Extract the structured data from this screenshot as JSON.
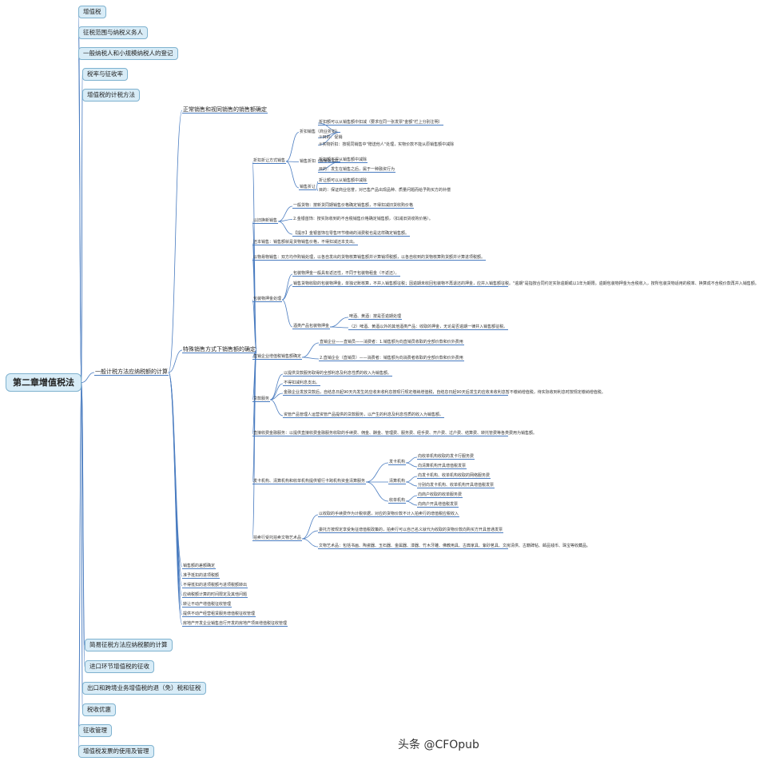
{
  "title": "第二章增值税法",
  "watermark": "头条 @CFOpub",
  "left": [
    "增值税",
    "征税范围与纳税义务人",
    "一般纳税人和小规模纳税人的登记",
    "税率与征收率",
    "增值税的计税方法"
  ],
  "bottom": [
    "简易征税方法应纳税额的计算",
    "进口环节增值税的征收",
    "出口和跨境业务增值税的退（免）税和征税",
    "税收优惠",
    "征收管理",
    "增值税发票的使用及管理"
  ],
  "hub": "一般计税方法应纳税额的计算",
  "l2a": "正常销售和视同销售的销售额确定",
  "l2b": "特殊销售方式下销售额的确定",
  "sales": {
    "discount": "折扣折让方式销售",
    "zk_business": "折扣销售（商业折扣）",
    "zk_business_rule": "折扣额可以从销售额中扣减（要求在同一张发票\"金额\"栏上分别注明）",
    "zk_business_note1": "①目的：促销",
    "zk_business_note2": "②实物折扣：按视同销售中\"赠送他人\"处理，实物价款不能从原销售额中减除",
    "zk_cash": "销售折扣（现金折扣）",
    "zk_cash_rule": "折扣额不得从销售额中减除",
    "zk_cash_note": "目的：发生在销售之后，属于一种融资行为",
    "zk_allow": "销售折让",
    "zk_allow_rule": "折让额可以从销售额中减除",
    "zk_allow_note": "目的：保证商业信誉，对已售产品出现品种、质量问题而给予购买方的补偿",
    "tradein": "以旧换新销售",
    "tradein_1": "一般货物：按新货同期销售价格确定销售额，不得扣减旧货收购价格",
    "tradein_2": "2.金银首饰：按实际收到的不含税销售价格确定销售额，（扣减旧货收购价格）。",
    "tradein_3": "【提示】金银首饰在零售环节缴纳的消费税也是这样确定销售额。",
    "repay": "还本销售：销售额就是货物销售价格，不得扣减还本支出。",
    "barter": "以物易物销售：双方均作购销处理，以各自发出的货物核算销售额并计算销项税额，以各自收到的货物核算购货额并计算进项税额。",
    "deposit": "包装物押金处理",
    "deposit_1": "包装物押金一般具有返还性，不同于包装物租金（不返还）。",
    "deposit_2": "销售货物收取的包装物押金，单独记账核算，不并入销售额征税；因逾期未收回包装物不再退还的押金，应并入销售额征税。\"逾期\"是指按合同约定实际逾期或以1年为期限。逾期包装物押金为含税收入，按所包装货物适用的税率、换算成不含税价款再并入销售额。",
    "wine": "酒类产品包装物押金",
    "wine_1": "啤酒、黄酒：按是否逾期处理",
    "wine_2": "（2）啤酒、黄酒以外的其他酒类产品：收取的押金，无论是否逾期一律并入销售额征税。",
    "direct": "直销企业增值税销售额确定",
    "direct_1": "直销企业——直销员——消费者：1.销售额为向直销员收取的全部价款和价外费用",
    "direct_2": "2.直销企业（直销员）——消费者：销售额为向消费者收取的全部价款和价外费用",
    "loan": "贷款服务",
    "loan_1": "以提供贷款服务取得的全部利息及利息性质的收入为销售额。",
    "loan_2": "不得扣减利息支出。",
    "loan_3": "金融企业发放贷款后，自结息日起90天内发生的应收未收利息按现行规定缴纳增值税，自结息日起90天后发生的应收未收利息暂不缴纳增值税，待实际收到利息时按规定缴纳增值税。",
    "loan_4": "资管产品管理人运营资管产品提供的贷款服务，以产生的利息及利息性质的收入为销售额。",
    "finance": "直接收费金融服务：以提供直接收费金融服务收取的手续费、佣金、酬金、管理费、服务费、经手费、开户费、过户费、结算费、转托管费等各类费用为销售额。",
    "card": "发卡机构、清算机构和收单机构提供银行卡跨机构资金清算服务",
    "card_issuer": "发卡机构",
    "card_clear": "清算机构",
    "card_acq": "收单机构",
    "card_r1": "向收单机构收取的发卡行服务费",
    "card_r2": "向清算机构开具增值税发票",
    "card_r3": "向发卡机构、收单机构收取的网络服务费",
    "card_r4": "分别向发卡机构、收单机构开具增值税发票",
    "card_r5": "向商户收取的收单服务费",
    "card_r6": "向商户开具增值税发票",
    "auction": "拍卖行受托拍卖文物艺术品",
    "auction_1": "以收取的手续费作为计税依据，对应的货物价款不计入拍卖行的增值税应税收入",
    "auction_2": "委托方按规定享受免征增值税政策的，拍卖行可以自己名义就代为收取的货物价款向购买方开具普通发票",
    "auction_3": "文物艺术品：包括书画、陶瓷器、玉石器、金属器、漆器、竹木牙雕、佛教用具、古典家具、紫砂茗具、文房清供、古籍碑帖、邮品钱币、珠宝等收藏品。"
  },
  "misc": [
    "销售额的差额确定",
    "准予抵扣的进项税额",
    "不得抵扣的进项税额与进项税额转出",
    "应纳税额计算的时间限定及其他问题",
    "转让不动产增值税征收管理",
    "提供不动产经营租赁服务增值税征收管理",
    "房地产开发企业销售自行开发的房地产项目增值税征收管理"
  ],
  "colors": {
    "node_fill": "#d8ecf7",
    "node_border": "#7fb2cf",
    "wire": "#4a7cc0"
  }
}
